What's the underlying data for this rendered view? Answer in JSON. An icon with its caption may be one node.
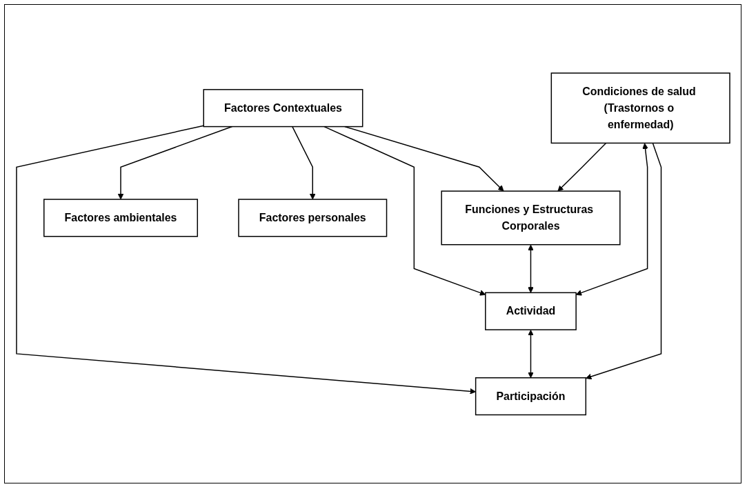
{
  "diagram": {
    "nodes": [
      {
        "text": [
          "Condiciones de salud (Trastornos o enfermedad)"
        ]
      },
      {
        "text": [
          "Funciones y Estructuras Corporales"
        ]
      },
      {
        "text": [
          "Actividad"
        ]
      },
      {
        "text": [
          "Participación"
        ]
      },
      {
        "text": [
          "Factores Contextuales"
        ]
      },
      {
        "text": [
          "Factores ambientales"
        ]
      },
      {
        "text": [
          "Factores personales"
        ]
      }
    ],
    "edges": [
      {
        "from": 0,
        "to": 2,
        "arrow": "both"
      },
      {
        "from": 0,
        "to": 1,
        "arrow": "to"
      },
      {
        "from": 0,
        "to": 3,
        "arrow": "to"
      },
      {
        "from": 1,
        "to": 2,
        "arrow": "both"
      },
      {
        "from": 2,
        "to": 3,
        "arrow": "both"
      },
      {
        "from": 4,
        "to": 1,
        "arrow": "to"
      },
      {
        "from": 4,
        "to": 2,
        "arrow": "to"
      },
      {
        "from": 4,
        "to": 3,
        "arrow": "to"
      },
      {
        "from": 4,
        "to": 5,
        "arrow": "to"
      },
      {
        "from": 4,
        "to": 6,
        "arrow": "to"
      }
    ]
  }
}
